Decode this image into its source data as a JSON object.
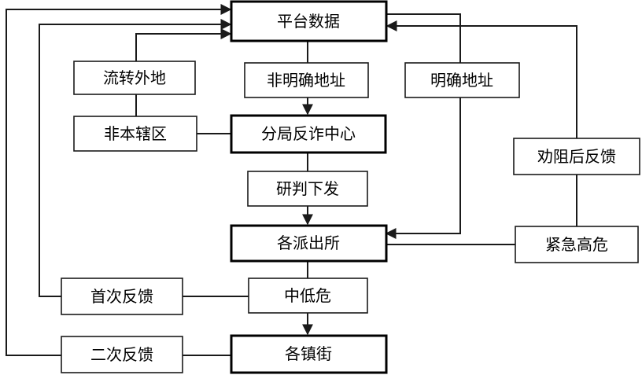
{
  "nodes": {
    "platform_data": "平台数据",
    "transfer_outside": "流转外地",
    "unclear_address": "非明确地址",
    "clear_address": "明确地址",
    "non_jurisdiction": "非本辖区",
    "anti_fraud_center": "分局反诈中心",
    "dissuade_feedback": "劝阻后反馈",
    "review_dispatch": "研判下发",
    "police_stations": "各派出所",
    "urgent_high_risk": "紧急高危",
    "first_feedback": "首次反馈",
    "mid_low_risk": "中低危",
    "second_feedback": "二次反馈",
    "towns_streets": "各镇街"
  }
}
